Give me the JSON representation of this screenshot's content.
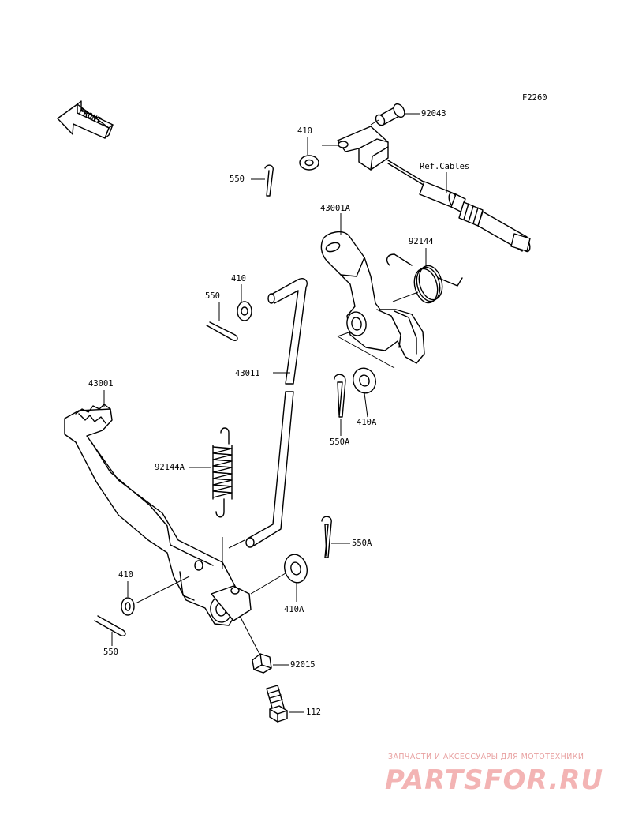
{
  "diagram": {
    "code": "F2260",
    "front_label": "FRONT",
    "labels": {
      "p92043": "92043",
      "p410_top": "410",
      "p550_top": "550",
      "ref_cables": "Ref.Cables",
      "p43001A": "43001A",
      "p92144": "92144",
      "p410_mid": "410",
      "p550_mid": "550",
      "p43011": "43011",
      "p550A_mid": "550A",
      "p410A_mid": "410A",
      "p43001": "43001",
      "p92144A": "92144A",
      "p550A_low": "550A",
      "p410_low": "410",
      "p410A_low": "410A",
      "p550_low": "550",
      "p92015": "92015",
      "p112": "112"
    }
  },
  "watermark": {
    "tagline": "ЗАПЧАСТИ И АКСЕССУАРЫ ДЛЯ МОТОТЕХНИКИ",
    "brand": "PARTSFOR.RU",
    "color": "#f3b4b4"
  }
}
